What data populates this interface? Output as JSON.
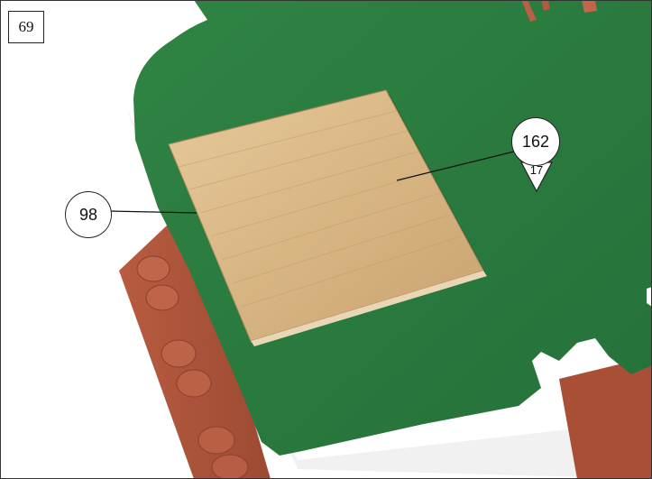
{
  "step_number": "69",
  "callouts": {
    "part_98": "98",
    "part_162": "162",
    "sheet_17": "17"
  },
  "colors": {
    "green_board": "#2f7f3e",
    "wood": "#d9b98a",
    "brick": "#b0553a",
    "background": "#ffffff"
  }
}
